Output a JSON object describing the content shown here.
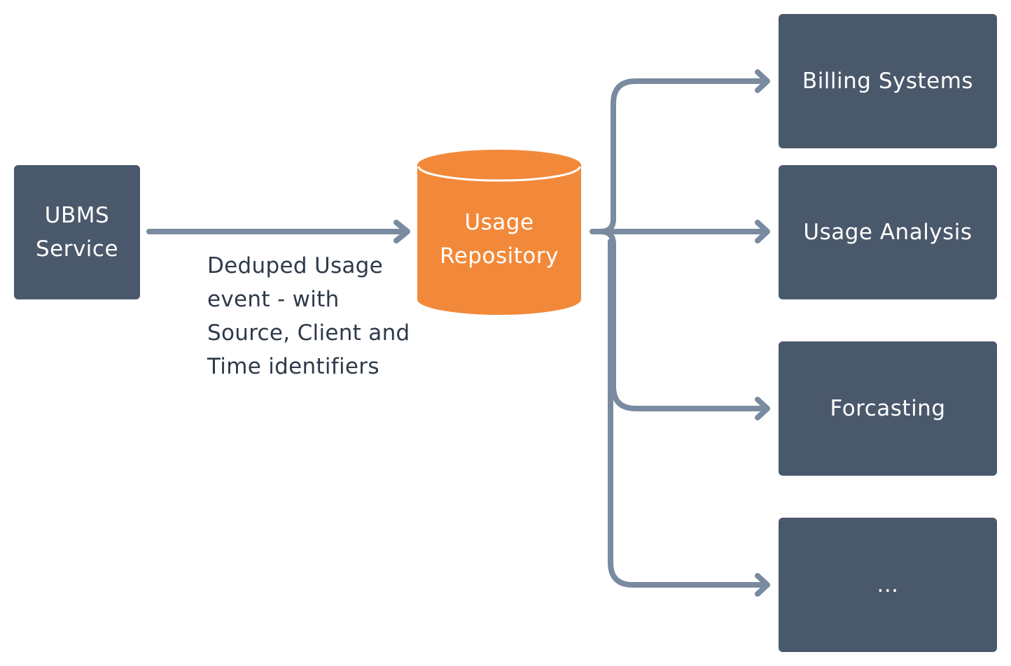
{
  "source": {
    "line1": "UBMS",
    "line2": "Service"
  },
  "edge_label": {
    "lines": [
      "Deduped Usage",
      "event - with",
      "Source, Client and",
      "Time identifiers"
    ]
  },
  "repository": {
    "line1": "Usage",
    "line2": "Repository",
    "color": "#f2893a"
  },
  "consumers": [
    {
      "label": "Billing Systems"
    },
    {
      "label": "Usage Analysis"
    },
    {
      "label": "Forcasting"
    },
    {
      "label": "..."
    }
  ],
  "colors": {
    "box": "#4a586b",
    "arrow": "#7a8aa0",
    "text_dark": "#2e3a4a"
  }
}
